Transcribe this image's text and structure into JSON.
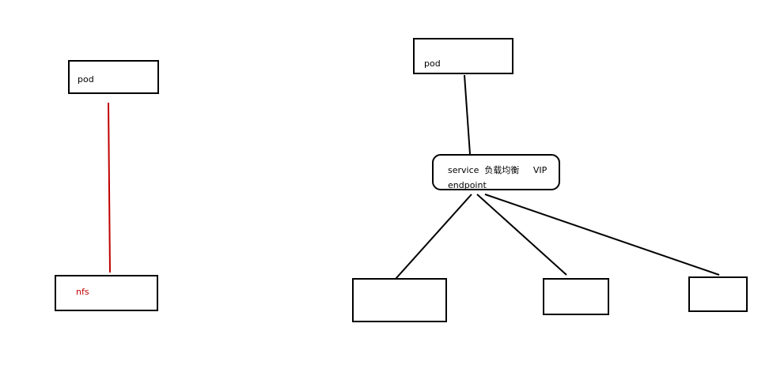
{
  "left": {
    "top_box_label": "pod",
    "bottom_box_label": "nfs",
    "accent_color": "#c00000"
  },
  "right": {
    "top_box_label": "pod",
    "service_line1": "service  负载均衡     VIP",
    "service_line2": "endpoint",
    "backend_boxes": [
      "",
      "",
      ""
    ]
  }
}
